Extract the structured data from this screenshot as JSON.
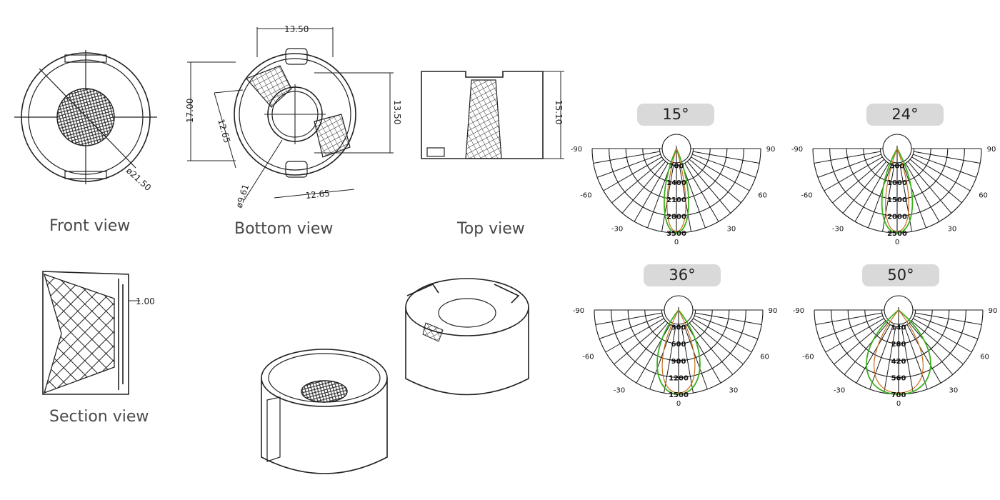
{
  "views": {
    "front": "Front view",
    "bottom": "Bottom view",
    "top": "Top view",
    "section": "Section view"
  },
  "dimensions": {
    "front_diameter": "ø21.50",
    "bottom_width": "13.50",
    "bottom_height": "17.00",
    "bottom_diag": "12.65",
    "bottom_diag2": "12.65",
    "bottom_right": "13.50",
    "bottom_hole": "ø9.61",
    "top_height": "15.10",
    "section_thickness": "1.00"
  },
  "polar_charts": [
    {
      "beam": "15°",
      "radial_ticks": [
        "700",
        "1400",
        "2100",
        "2800",
        "3500"
      ],
      "angle_ticks": [
        "-90",
        "-60",
        "-30",
        "0",
        "30",
        "60",
        "90"
      ]
    },
    {
      "beam": "24°",
      "radial_ticks": [
        "500",
        "1000",
        "1500",
        "2000",
        "2500"
      ],
      "angle_ticks": [
        "-90",
        "-60",
        "-30",
        "0",
        "30",
        "60",
        "90"
      ]
    },
    {
      "beam": "36°",
      "radial_ticks": [
        "300",
        "600",
        "900",
        "1200",
        "1500"
      ],
      "angle_ticks": [
        "-90",
        "-60",
        "-30",
        "0",
        "30",
        "60",
        "90"
      ]
    },
    {
      "beam": "50°",
      "radial_ticks": [
        "140",
        "280",
        "420",
        "560",
        "700"
      ],
      "angle_ticks": [
        "-90",
        "-60",
        "-30",
        "0",
        "30",
        "60",
        "90"
      ]
    }
  ],
  "colors": {
    "line": "#1a1a1a",
    "curve_green": "#3cb01e",
    "curve_orange": "#c8701e",
    "pill": "#d9d9d9"
  }
}
